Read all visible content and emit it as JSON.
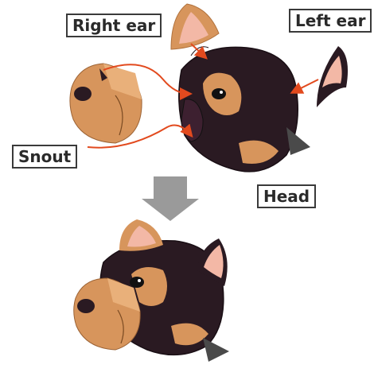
{
  "labels": {
    "right_ear": "Right ear",
    "left_ear": "Left ear",
    "snout": "Snout",
    "head": "Head"
  },
  "colors": {
    "fur_dark": "#2a1a22",
    "fur_tan": "#d7955c",
    "skin_pink": "#f3b8a6",
    "connector": "#e24a1e",
    "arrow": "#9a9a9a",
    "outline": "#3a3a3a"
  }
}
